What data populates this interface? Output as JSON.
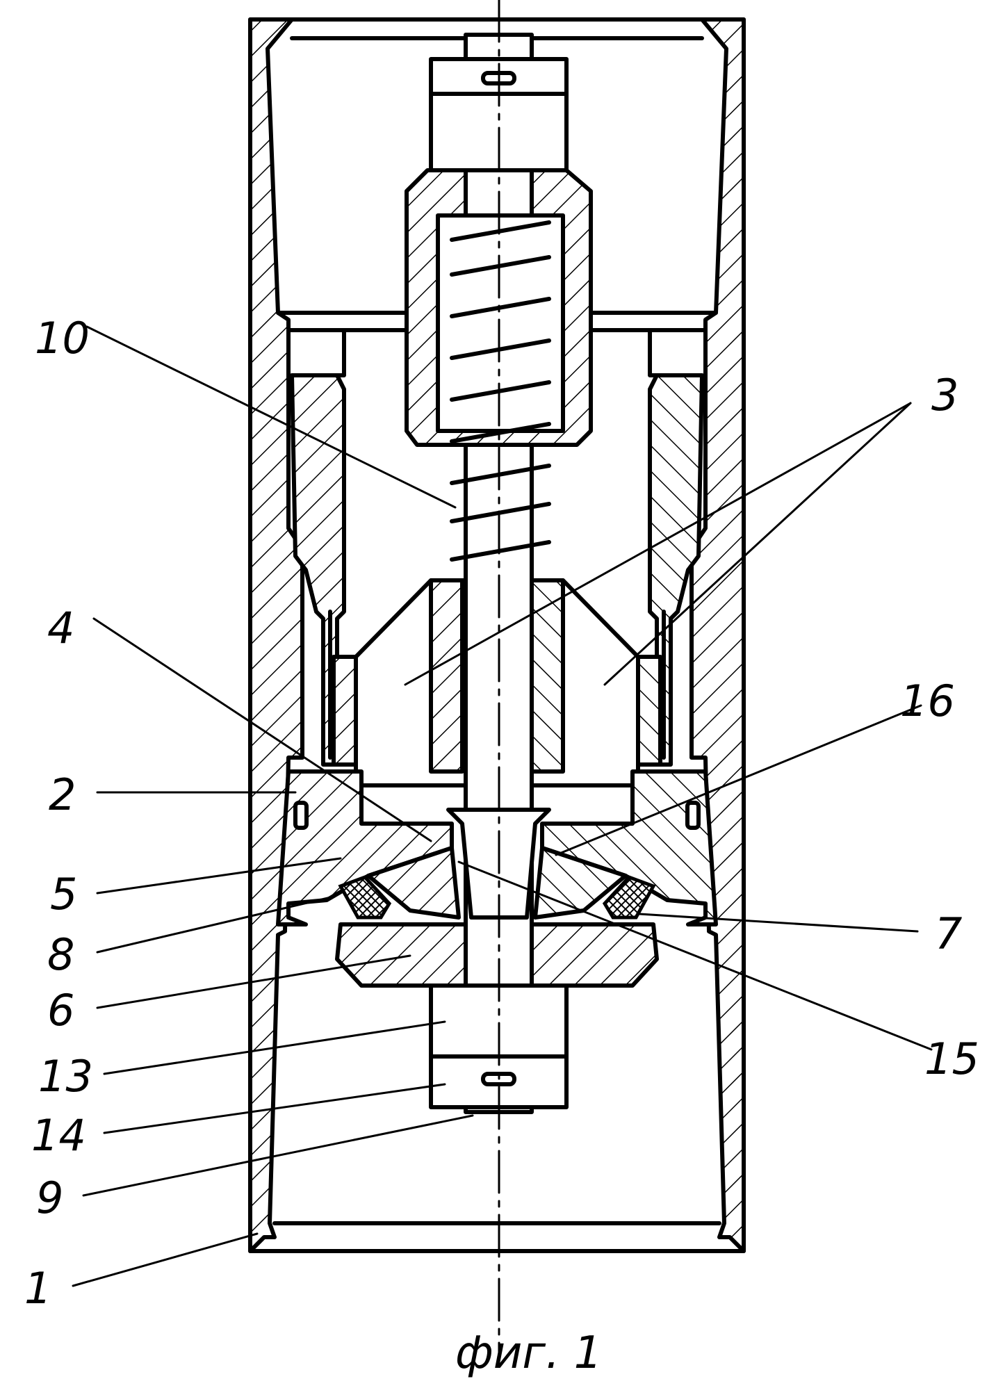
{
  "caption": "фиг. 1",
  "labels": {
    "l1": "1",
    "l2": "2",
    "l3": "3",
    "l4": "4",
    "l5": "5",
    "l6": "6",
    "l7": "7",
    "l8": "8",
    "l9": "9",
    "l10": "10",
    "l13": "13",
    "l14": "14",
    "l15": "15",
    "l16": "16"
  }
}
